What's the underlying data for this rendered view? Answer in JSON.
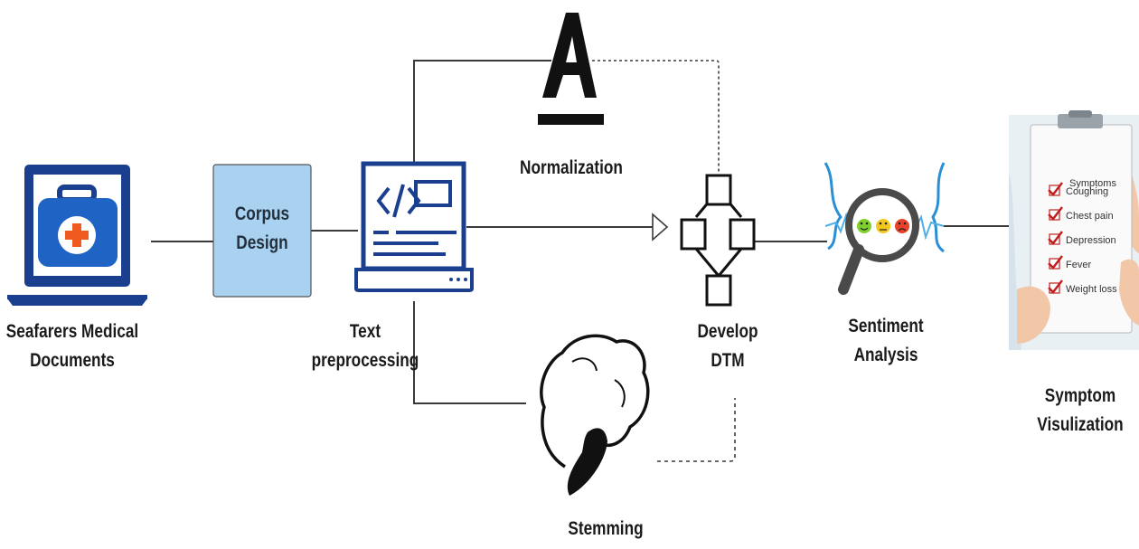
{
  "nodes": {
    "seafarers": {
      "line1": "Seafarers Medical",
      "line2": "Documents"
    },
    "corpus": {
      "line1": "Corpus",
      "line2": "Design"
    },
    "text_preprocessing": {
      "line1": "Text",
      "line2": "preprocessing"
    },
    "normalization": {
      "label": "Normalization"
    },
    "stemming": {
      "label": "Stemming"
    },
    "develop_dtm": {
      "line1": "Develop",
      "line2": "DTM"
    },
    "sentiment": {
      "line1": "Sentiment",
      "line2": "Analysis"
    },
    "symptom": {
      "line1": "Symptom",
      "line2": "Visulization"
    }
  },
  "clipboard": {
    "title": "Symptoms",
    "items": [
      "Coughing",
      "Chest pain",
      "Depression",
      "Fever",
      "Weight loss"
    ]
  },
  "colors": {
    "laptop_blue": "#1a3f8f",
    "case_blue": "#1f63c4",
    "plus_orange": "#f05a1e",
    "corpus_fill": "#a9d1f0",
    "check_red": "#c21d1d",
    "face_green": "#7fcf2e",
    "face_yellow": "#f3c81e",
    "face_red": "#e8422c",
    "wave_blue": "#2b8fd6"
  }
}
